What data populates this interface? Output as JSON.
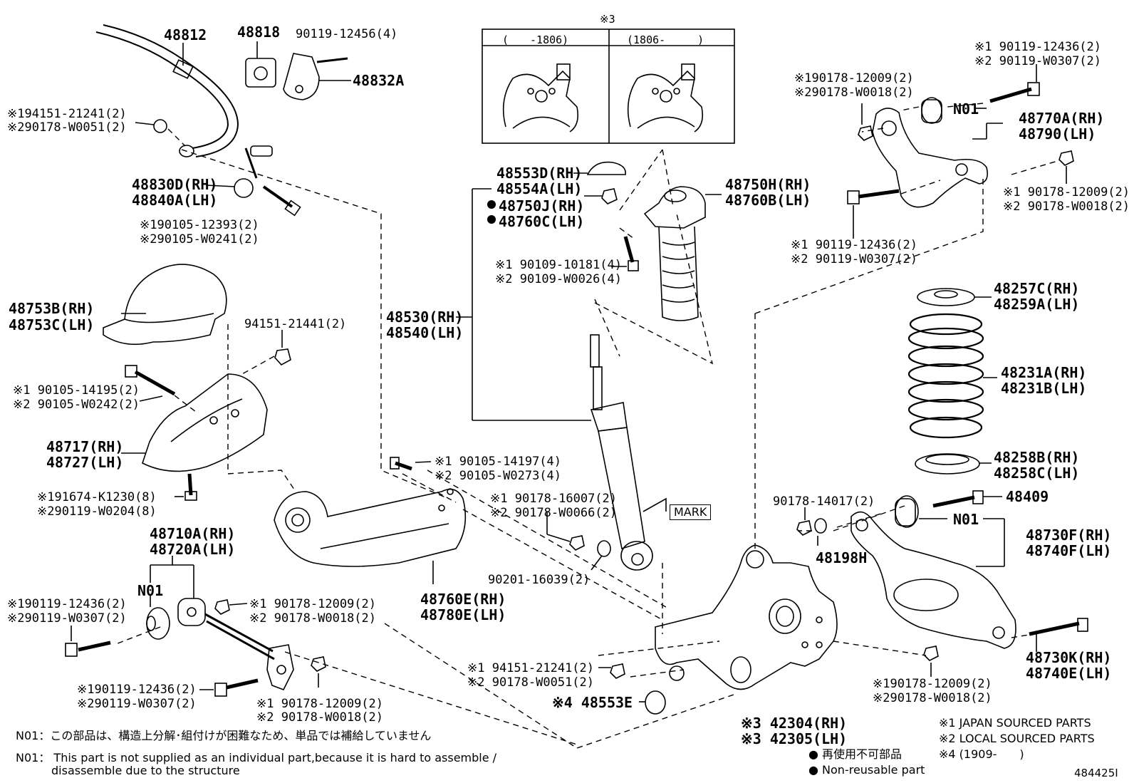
{
  "inset": {
    "marker": "※3",
    "col_left": "(　　-1806)",
    "col_right": "(1806-　　　)"
  },
  "labels": {
    "l48812": "48812",
    "l48818": "48818",
    "l90119_12456": "90119-12456(4)",
    "l48832A": "48832A",
    "l94151_21241a": "※194151-21241(2)",
    "l90178_W0051a": "※290178-W0051(2)",
    "l48830D": "48830D(RH)",
    "l48840A": "48840A(LH)",
    "l90105_12393": "※190105-12393(2)",
    "l90105_W0241": "※290105-W0241(2)",
    "l48753B": "48753B(RH)",
    "l48753C": "48753C(LH)",
    "l94151_21441": "94151-21441(2)",
    "l90105_14195": "※1 90105-14195(2)",
    "l90105_W0242": "※2 90105-W0242(2)",
    "l48717": "48717(RH)",
    "l48727": "48727(LH)",
    "l91674": "※191674-K1230(8)",
    "l90119_W0204": "※290119-W0204(8)",
    "l48710A": "48710A(RH)",
    "l48720A": "48720A(LH)",
    "lN01a": "N01",
    "l90119_12436a": "※190119-12436(2)",
    "l90119_W0307a": "※290119-W0307(2)",
    "l90178_12009a": "※1 90178-12009(2)",
    "l90178_W0018a": "※2 90178-W0018(2)",
    "l90119_12436b": "※190119-12436(2)",
    "l90119_W0307b": "※290119-W0307(2)",
    "l90178_12009b": "※1 90178-12009(2)",
    "l90178_W0018b": "※2 90178-W0018(2)",
    "l48530": "48530(RH)",
    "l48540": "48540(LH)",
    "l48553D": "48553D(RH)",
    "l48554A": "48554A(LH)",
    "l48750J": "48750J(RH)",
    "l48760C": "48760C(LH)",
    "l90105_14197": "※1 90105-14197(4)",
    "l90105_W0273": "※2 90105-W0273(4)",
    "l90178_16007": "※1 90178-16007(2)",
    "l90178_W0066": "※2 90178-W0066(2)",
    "l90201": "90201-16039(2)",
    "l48760E": "48760E(RH)",
    "l48780E": "48780E(LH)",
    "lMARK": "MARK",
    "l48750H": "48750H(RH)",
    "l48760B": "48760B(LH)",
    "l90109_10181": "※1 90109-10181(4)",
    "l90109_W0026": "※2 90109-W0026(4)",
    "l94151_21241b": "※1 94151-21241(2)",
    "l90178_W0051b": "※2 90178-W0051(2)",
    "l48553E": "※4 48553E",
    "l42304": "※3 42304(RH)",
    "l42305": "※3 42305(LH)",
    "l90178_14017": "90178-14017(2)",
    "l48198H": "48198H",
    "l90178_12009c": "※190178-12009(2)",
    "l90178_W0018c": "※290178-W0018(2)",
    "l90119_12436c": "※1 90119-12436(2)",
    "l90119_W0307c": "※2 90119-W0307(2)",
    "lN01b": "N01",
    "l48770A": "48770A(RH)",
    "l48790": "48790(LH)",
    "l90178_12009d": "※1 90178-12009(2)",
    "l90178_W0018d": "※2 90178-W0018(2)",
    "l90119_12436d": "※1 90119-12436(2)",
    "l90119_W0307d": "※2 90119-W0307(2)",
    "l48257C": "48257C(RH)",
    "l48259A": "48259A(LH)",
    "l48231A": "48231A(RH)",
    "l48231B": "48231B(LH)",
    "l48258B": "48258B(RH)",
    "l48258C": "48258C(LH)",
    "l48409": "48409",
    "lN01c": "N01",
    "l48730F": "48730F(RH)",
    "l48740F": "48740F(LH)",
    "l48730K": "48730K(RH)",
    "l48740E": "48740E(LH)",
    "l90178_12009e": "※190178-12009(2)",
    "l90178_W0018e": "※290178-W0018(2)"
  },
  "notes": {
    "jp": "N01：この部品は、構造上分解･組付けが困難なため、単品では補給していません",
    "en1": "N01： This part is not supplied as an individual part,because it is hard to assemble /",
    "en2": "disassemble due to the structure"
  },
  "legend": {
    "reuse_jp": "● 再使用不可部品",
    "reuse_en": "● Non-reusable part",
    "s1": "※1 JAPAN SOURCED PARTS",
    "s2": "※2 LOCAL SOURCED PARTS",
    "s4": "※4 (1909-　　)"
  },
  "diagram_id": "484425I"
}
